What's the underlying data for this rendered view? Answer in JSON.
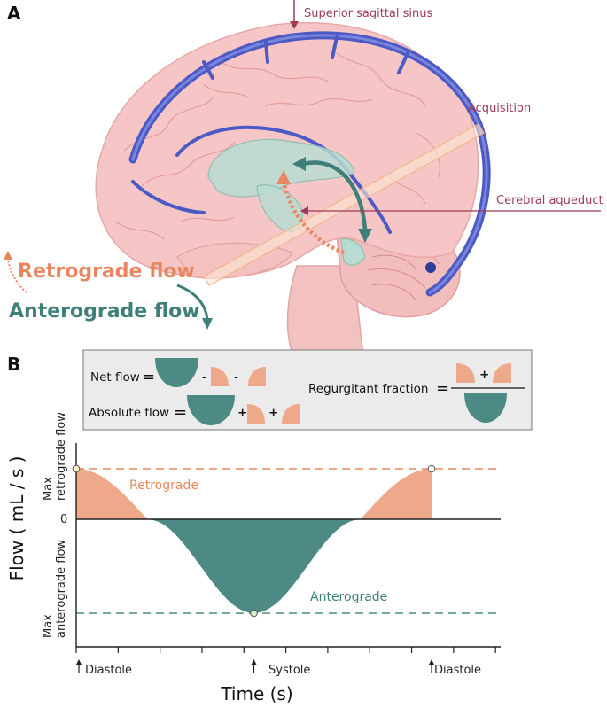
{
  "panel_a": {
    "label": "A",
    "annotations": {
      "superior_sagittal_sinus": "Superior sagittal sinus",
      "acquisition": "Acquisition",
      "cerebral_aqueduct": "Cerebral aqueduct"
    },
    "legend": {
      "retrograde": "Retrograde flow",
      "anterograde": "Anterograde flow"
    }
  },
  "panel_b": {
    "label": "B",
    "formula_box": {
      "net_flow": "Net flow",
      "absolute_flow": "Absolute flow",
      "regurgitant_fraction": "Regurgitant fraction",
      "eq": "=",
      "minus": "-",
      "plus": "+"
    }
  },
  "colors": {
    "retrograde": "#eea98b",
    "anterograde": "#4d8a85",
    "vein": "#4b5ac4",
    "brain": "#f6c6c6",
    "annotation": "#9c3a58"
  },
  "chart_data": {
    "type": "area",
    "ylabel": "Flow ( mL / s )",
    "xlabel": "Time (s)",
    "ytick_labels": {
      "max_retrograde": "Max\nretrograde flow",
      "zero": "0",
      "max_anterograde": "Max\nanterograde flow"
    },
    "x_markers": [
      "Diastole",
      "Systole",
      "Diastole"
    ],
    "series": [
      {
        "name": "Retrograde",
        "region": "early",
        "x": [
          0.0,
          0.2
        ],
        "peak": 1.0
      },
      {
        "name": "Anterograde",
        "region": "middle",
        "x": [
          0.2,
          0.8
        ],
        "peak": -1.0
      },
      {
        "name": "Retrograde",
        "region": "late",
        "x": [
          0.8,
          1.0
        ],
        "peak": 1.0
      }
    ],
    "xlim": [
      0,
      1
    ],
    "ylim": [
      -1,
      1
    ],
    "minor_ticks": 10
  }
}
